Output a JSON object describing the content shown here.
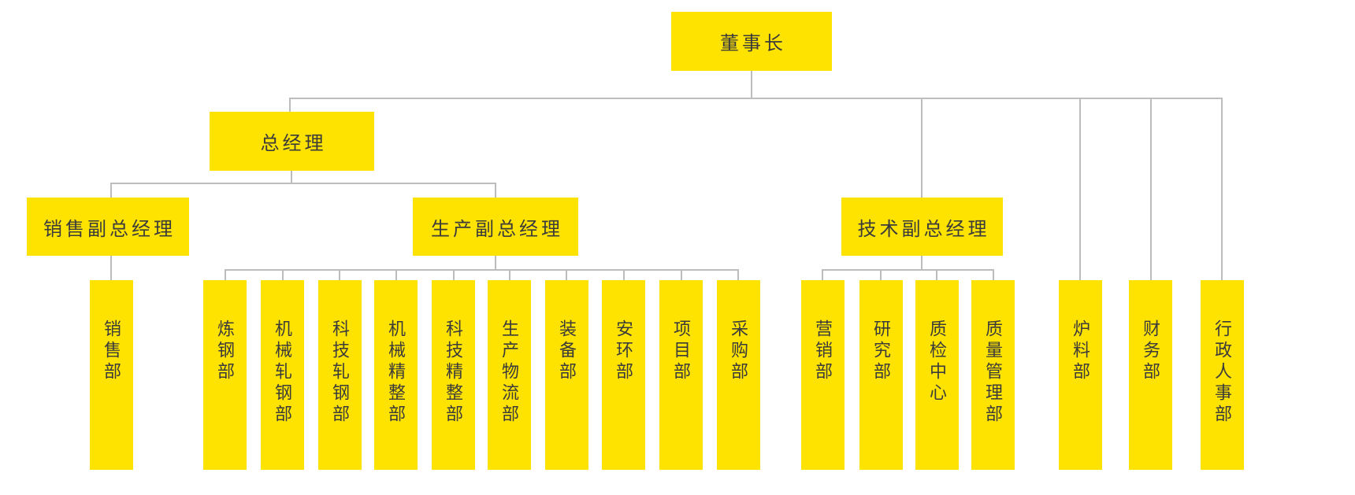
{
  "chart_type": "org-chart",
  "colors": {
    "node_fill": "#FFE300",
    "node_text": "#3B3B3B",
    "connector": "#BDBDBD",
    "bg": "#FFFFFF"
  },
  "nodes": {
    "chairman": {
      "label": "董事长"
    },
    "general_manager": {
      "label": "总经理"
    },
    "sales_vice_gm": {
      "label": "销售副总经理"
    },
    "production_vice_gm": {
      "label": "生产副总经理"
    },
    "technology_vice_gm": {
      "label": "技术副总经理"
    },
    "departments": [
      {
        "label": "销售部"
      },
      {
        "label": "炼钢部"
      },
      {
        "label": "机械轧钢部"
      },
      {
        "label": "科技轧钢部"
      },
      {
        "label": "机械精整部"
      },
      {
        "label": "科技精整部"
      },
      {
        "label": "生产物流部"
      },
      {
        "label": "装备部"
      },
      {
        "label": "安环部"
      },
      {
        "label": "项目部"
      },
      {
        "label": "采购部"
      },
      {
        "label": "营销部"
      },
      {
        "label": "研究部"
      },
      {
        "label": "质检中心"
      },
      {
        "label": "质量管理部"
      },
      {
        "label": "炉料部"
      },
      {
        "label": "财务部"
      },
      {
        "label": "行政人事部"
      }
    ]
  },
  "hierarchy": {
    "root": "董事长",
    "children": [
      {
        "label": "总经理",
        "children": [
          {
            "label": "销售副总经理",
            "children": [
              "销售部"
            ]
          },
          {
            "label": "生产副总经理",
            "children": [
              "炼钢部",
              "机械轧钢部",
              "科技轧钢部",
              "机械精整部",
              "科技精整部",
              "生产物流部",
              "装备部",
              "安环部",
              "项目部",
              "采购部"
            ]
          }
        ]
      },
      {
        "label": "技术副总经理",
        "children": [
          "营销部",
          "研究部",
          "质检中心",
          "质量管理部"
        ]
      },
      {
        "label": "炉料部"
      },
      {
        "label": "财务部"
      },
      {
        "label": "行政人事部"
      }
    ]
  }
}
